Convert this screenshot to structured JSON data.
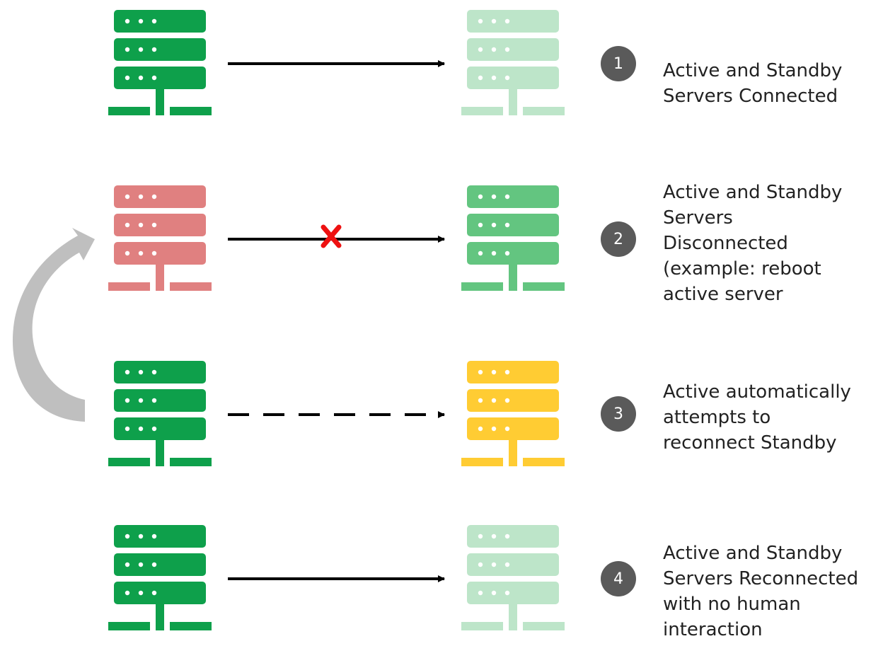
{
  "colors": {
    "green": "#0ea04b",
    "red": "#e08080",
    "light_green": "#bde5c9",
    "mid_green": "#63c580",
    "yellow": "#ffcc33",
    "dots": "#ffffff",
    "arrow": "#000000",
    "loop_arrow": "#bfbfbf",
    "cross": "#ee1111",
    "badge": "#5a5a5a"
  },
  "icons": [
    "server-icon",
    "arrow-right-icon",
    "x-mark-icon",
    "curved-return-arrow-icon"
  ],
  "steps": [
    {
      "number": "1",
      "description": "Active and Standby\nServers Connected",
      "active_state": "green",
      "standby_state": "light_green",
      "link": "solid",
      "broken": false
    },
    {
      "number": "2",
      "description": "Active and Standby\nServers\nDisconnected\n(example: reboot\nactive server",
      "active_state": "red",
      "standby_state": "mid_green",
      "link": "solid",
      "broken": true
    },
    {
      "number": "3",
      "description": "Active automatically\nattempts to\nreconnect Standby",
      "active_state": "green",
      "standby_state": "yellow",
      "link": "dashed",
      "broken": false
    },
    {
      "number": "4",
      "description": "Active and Standby\nServers Reconnected\nwith no human\ninteraction",
      "active_state": "green",
      "standby_state": "light_green",
      "link": "solid",
      "broken": false
    }
  ]
}
